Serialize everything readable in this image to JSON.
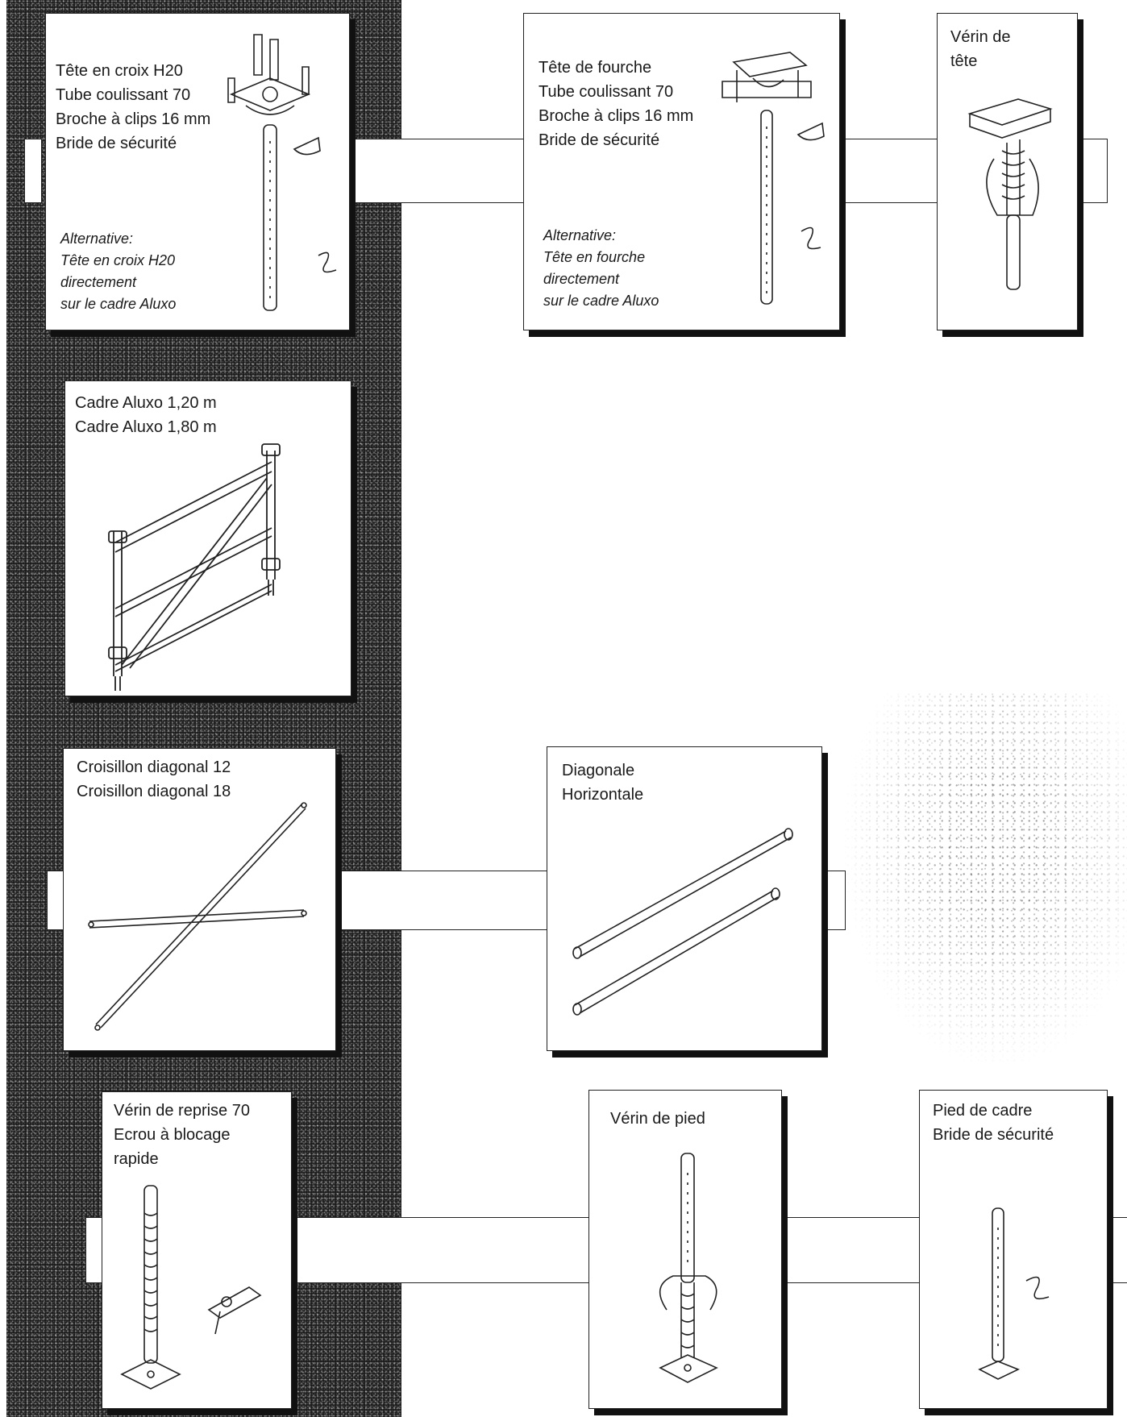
{
  "components": {
    "croix_h20": {
      "label": "Tête en croix H20\nTube coulissant 70\nBroche à clips 16 mm\nBride de sécurité",
      "alternative": "Alternative:\nTête en croix H20\ndirectement\nsur le cadre Aluxo",
      "icon": "cross-head-tube-icon"
    },
    "fourche": {
      "label": "Tête de fourche\nTube coulissant 70\nBroche à clips 16 mm\nBride de sécurité",
      "alternative": "Alternative:\nTête en fourche\ndirectement\nsur le cadre Aluxo",
      "icon": "fork-head-tube-icon"
    },
    "verin_tete": {
      "label": "Vérin de\ntête",
      "icon": "head-jack-icon"
    },
    "cadre_aluxo": {
      "label": "Cadre Aluxo 1,20 m\nCadre Aluxo 1,80 m",
      "icon": "aluxo-frame-icon"
    },
    "croisillon": {
      "label": "Croisillon diagonal 12\nCroisillon diagonal 18",
      "icon": "cross-brace-icon"
    },
    "diagonale": {
      "label": "Diagonale\nHorizontale",
      "icon": "diagonal-horizontal-bars-icon"
    },
    "verin_reprise": {
      "label": "Vérin de reprise 70\nEcrou à blocage\n            rapide",
      "icon": "jack-nut-icon"
    },
    "verin_pied": {
      "label": "Vérin de pied",
      "icon": "base-jack-icon"
    },
    "pied_cadre": {
      "label": "Pied de cadre\nBride de sécurité",
      "icon": "frame-foot-icon"
    }
  }
}
